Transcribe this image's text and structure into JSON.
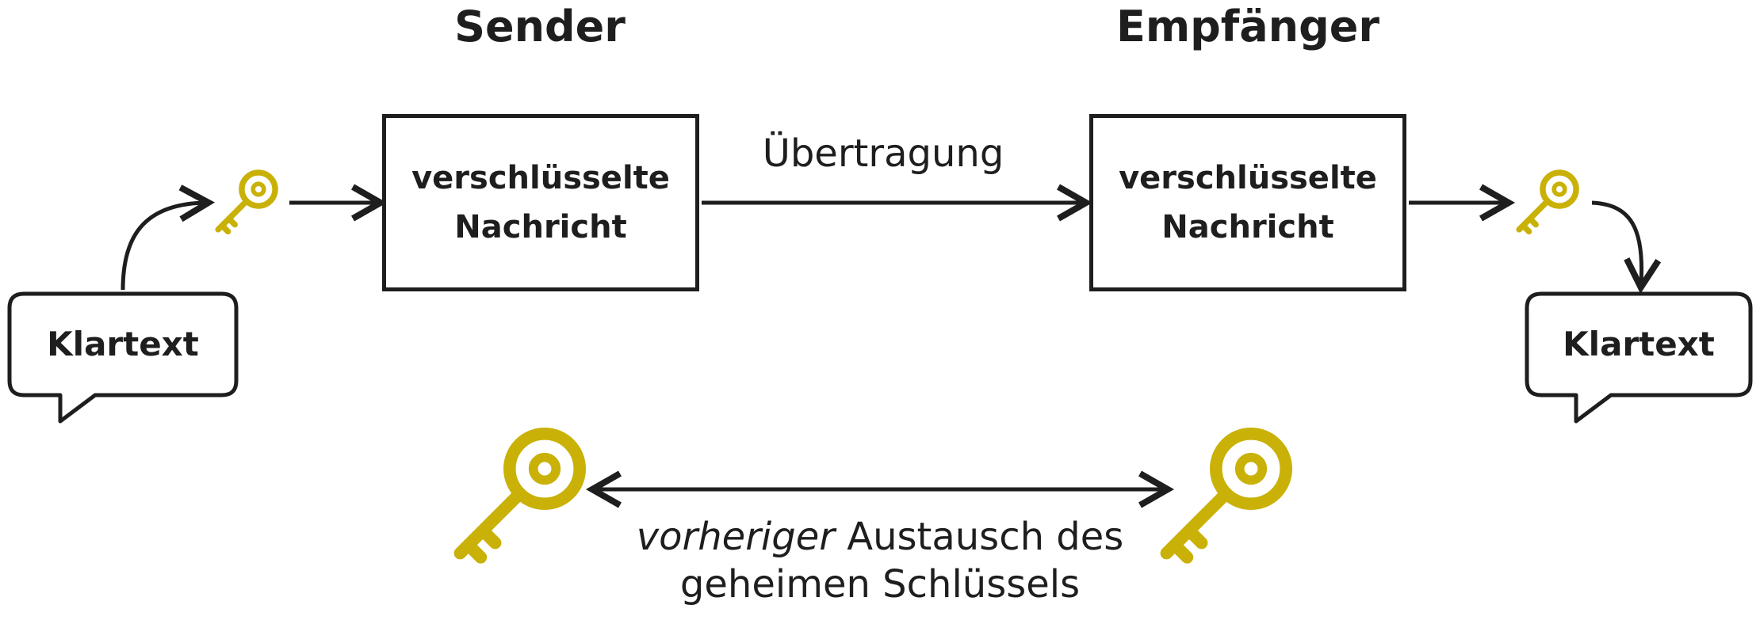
{
  "headings": {
    "sender": "Sender",
    "receiver": "Empfänger"
  },
  "sender_box": {
    "line1": "verschlüsselte",
    "line2": "Nachricht"
  },
  "receiver_box": {
    "line1": "verschlüsselte",
    "line2": "Nachricht"
  },
  "transmission_label": "Übertragung",
  "plaintext_left": "Klartext",
  "plaintext_right": "Klartext",
  "key_exchange": {
    "emphasis": "vorheriger",
    "rest_line1": " Austausch des",
    "line2": "geheimen Schlüssels"
  },
  "colors": {
    "ink": "#1e1e1e",
    "key": "#c9b107"
  },
  "icons": [
    "key-icon"
  ]
}
